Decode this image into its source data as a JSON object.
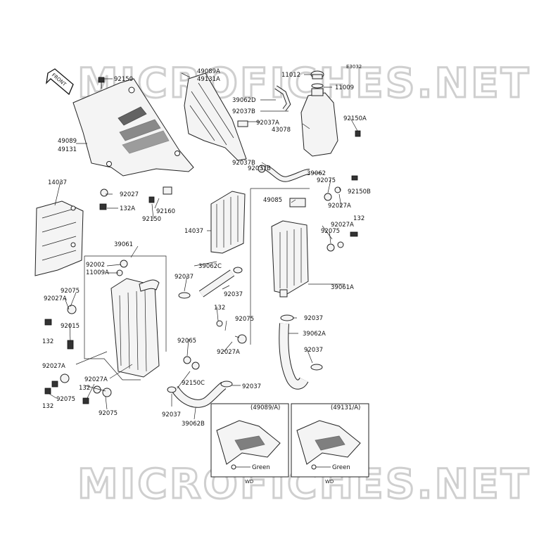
{
  "diagram_code": "E3032",
  "front_label": "FRONT",
  "watermark": "MICROFICHES.NET",
  "parts": {
    "p92150": "92150",
    "p49089a": "49089A",
    "p49131a": "49131A",
    "p11012": "11012",
    "p11009": "11009",
    "p39062d": "39062D",
    "p92037b_1": "92037B",
    "p92037a_1": "92037A",
    "p43078": "43078",
    "p92150a": "92150A",
    "p49089": "49089",
    "p49131": "49131",
    "p92037b_2": "92037B",
    "p92037b_3": "92037B",
    "p39062": "39062",
    "p92075_1": "92075",
    "p92150b": "92150B",
    "p14037_1": "14037",
    "p92027_1": "92027",
    "p132a": "132A",
    "p92160": "92160",
    "p92150_2": "92150",
    "p49085": "49085",
    "p92027a_1": "92027A",
    "p132_1": "132",
    "p92027a_2": "92027A",
    "p92075_2": "92075",
    "p14037_2": "14037",
    "p39061": "39061",
    "p92002": "92002",
    "p11009a": "11009A",
    "p39062c": "39062C",
    "p92037_1": "92037",
    "p92037_2": "92037",
    "p39061a": "39061A",
    "p92075_3": "92075",
    "p92027a_3": "92027A",
    "p132_2": "132",
    "p92015": "92015",
    "p132_3": "132",
    "p92075_4": "92075",
    "p92037_3": "92037",
    "p39062a": "39062A",
    "p92027a_4": "92027A",
    "p92065": "92065",
    "p92037_4": "92037",
    "p92027a_5": "92027A",
    "p92027a_6": "92027A",
    "p132_4": "132",
    "p92075_5": "92075",
    "p132_5": "132",
    "p92150c": "92150C",
    "p92037_5": "92037",
    "p92075_6": "92075",
    "p92037_6": "92037",
    "p39062b": "39062B"
  },
  "insets": {
    "left": {
      "title": "(49089/A)",
      "color_label": "Green",
      "code": "WD"
    },
    "right": {
      "title": "(49131/A)",
      "color_label": "Green",
      "code": "WD"
    }
  }
}
